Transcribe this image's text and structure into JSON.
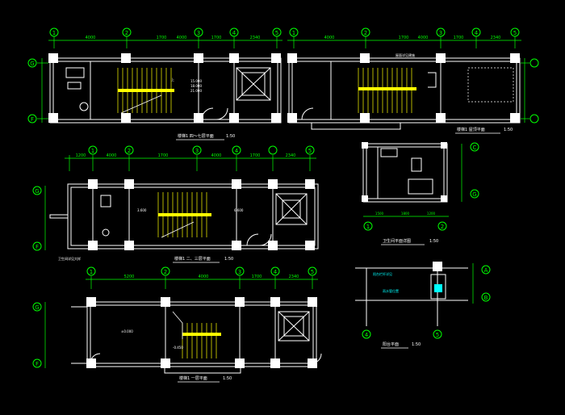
{
  "colors": {
    "background": "#000000",
    "wall": "#ffffff",
    "dimension": "#00ff00",
    "grid_axis": "#00ff00",
    "stair": "#ffff00",
    "annotation": "#ffffff",
    "note_cyan": "#00ffff",
    "column": "#ffffff",
    "handrail_magenta": "#ff00ff"
  },
  "views": {
    "plan_top_left": {
      "title": "楼梯1 四～七层平面",
      "scale": "1:50",
      "axes": [
        "1",
        "2",
        "3",
        "4",
        "5"
      ],
      "row_axes": [
        "G",
        "F"
      ],
      "dims_top": [
        "4000",
        "1700",
        "4000",
        "1700",
        "2340"
      ],
      "stair_labels": [
        "15.000",
        "18.000",
        "21.000"
      ],
      "stair_note": "上"
    },
    "plan_top_right": {
      "title": "楼梯1 屋顶平面",
      "scale": "1:50",
      "axes": [
        "1",
        "2",
        "3",
        "4",
        "5"
      ],
      "dims_top": [
        "4000",
        "1700",
        "4000",
        "1700",
        "2340"
      ],
      "roof_note": "屋面详见建施"
    },
    "plan_middle_left": {
      "title": "楼梯1 二、三层平面",
      "scale": "1:50",
      "axes": [
        "1",
        "2",
        "3",
        "4",
        "5"
      ],
      "row_axes": [
        "G",
        "F"
      ],
      "dims_top": [
        "1200",
        "4000",
        "1700",
        "4000",
        "1700",
        "2340"
      ],
      "stair_labels": [
        "3.600",
        "6.600"
      ],
      "note_left": "卫生间详见大样"
    },
    "plan_bottom_left": {
      "title": "楼梯1 一层平面",
      "scale": "1:50",
      "axes": [
        "1",
        "2",
        "3",
        "4",
        "5"
      ],
      "row_axes": [
        "G",
        "F"
      ],
      "dims_top": [
        "5200",
        "4000",
        "1700",
        "2340"
      ],
      "stair_labels": [
        "±0.000",
        "-0.450"
      ]
    },
    "detail_toilet": {
      "title": "卫生间平面详图",
      "scale": "1:50",
      "axes": [
        "1",
        "2"
      ],
      "row_axes": [
        "C",
        "G"
      ],
      "dims_bottom": [
        "1500",
        "1800",
        "1200"
      ]
    },
    "detail_balcony": {
      "title": "阳台平面",
      "scale": "1:50",
      "axes": [
        "4",
        "5"
      ],
      "row_axes": [
        "A",
        "B"
      ],
      "note_cyan_1": "阳台栏杆详见",
      "note_cyan_2": "雨水管位置"
    }
  }
}
